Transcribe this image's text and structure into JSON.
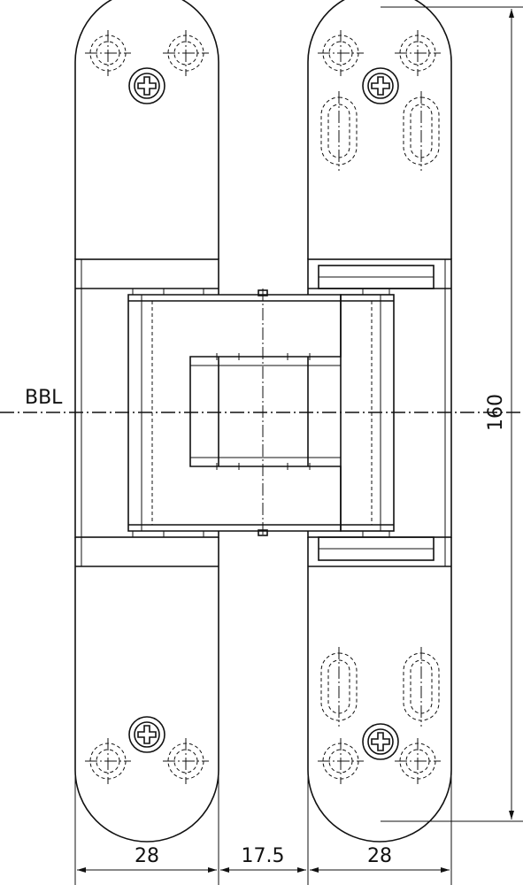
{
  "drawing": {
    "reference_line_label": "BBL",
    "dimensions": {
      "leaf_width_left": "28",
      "gap_width": "17.5",
      "leaf_width_right": "28",
      "overall_height": "160"
    },
    "colors": {
      "line": "#111111",
      "background": "#ffffff"
    }
  }
}
